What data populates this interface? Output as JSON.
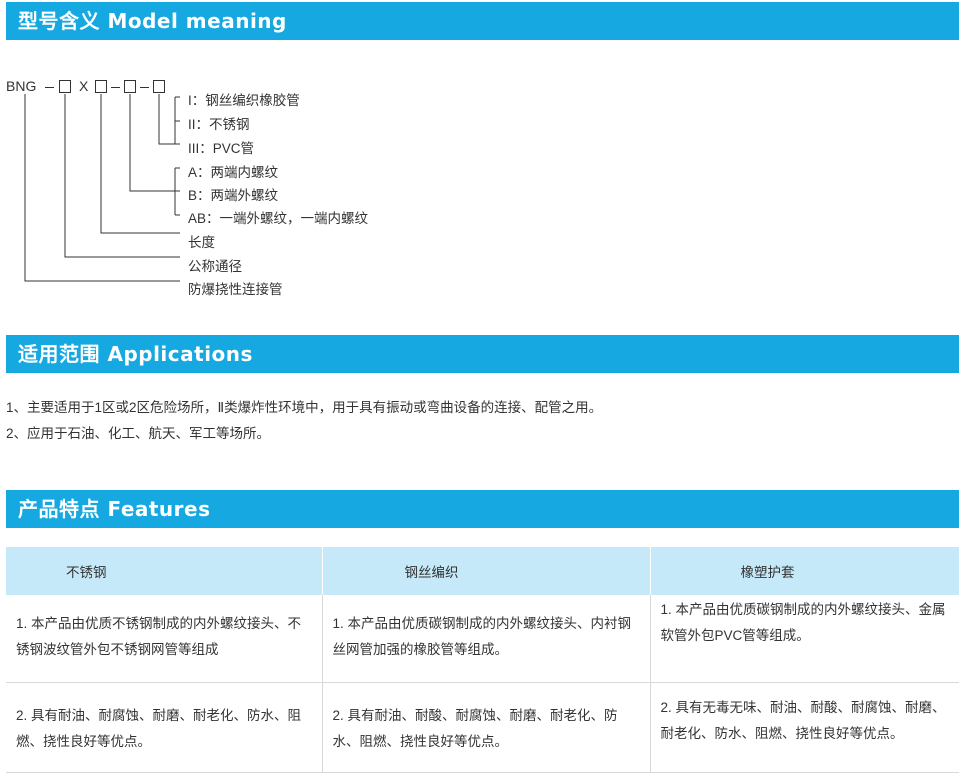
{
  "sections": {
    "model_title": "型号含义 Model meaning",
    "applications_title": "适用范围  Applications",
    "features_title": "产品特点 Features"
  },
  "model": {
    "code_prefix": "BNG",
    "code_x": "X",
    "labels": [
      "I：钢丝编织橡胶管",
      "II：不锈钢",
      "III：PVC管",
      "A：两端内螺纹",
      "B：两端外螺纹",
      "AB：一端外螺纹，一端内螺纹",
      "长度",
      "公称通径",
      "防爆挠性连接管"
    ]
  },
  "applications": [
    "1、主要适用于1区或2区危险场所，Ⅱ类爆炸性环境中，用于具有振动或弯曲设备的连接、配管之用。",
    "2、应用于石油、化工、航天、军工等场所。"
  ],
  "features": {
    "headers": [
      "不锈钢",
      "钢丝编织",
      "橡塑护套"
    ],
    "rows": [
      [
        "1. 本产品由优质不锈钢制成的内外螺纹接头、不锈钢波纹管外包不锈钢网管等组成",
        "1. 本产品由优质碳钢制成的内外螺纹接头、内衬钢丝网管加强的橡胶管等组成。",
        "1. 本产品由优质碳钢制成的内外螺纹接头、金属软管外包PVC管等组成。"
      ],
      [
        "2. 具有耐油、耐腐蚀、耐磨、耐老化、防水、阻燃、挠性良好等优点。",
        "2. 具有耐油、耐酸、耐腐蚀、耐磨、耐老化、防水、阻燃、挠性良好等优点。",
        "2. 具有无毒无味、耐油、耐酸、耐腐蚀、耐磨、耐老化、防水、阻燃、挠性良好等优点。"
      ]
    ]
  }
}
